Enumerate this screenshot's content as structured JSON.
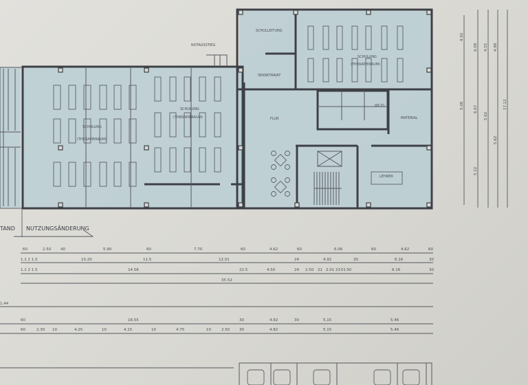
{
  "plan": {
    "rooms": {
      "notausstieg": "NOTAUSSTIEG",
      "schulung_left": "SCHULUNG",
      "schulung_left_sub": "(THERAPIERAUM)",
      "schulung_mid": "SCHULUNG",
      "schulung_mid_sub": "(THERAPIERAUM)",
      "schulung_top": "SCHULUNG",
      "schulung_top_sub": "(THERAPIERAUM)",
      "schulleitung": "SCHULLEITUNG",
      "sekretariat": "SEKRETARIAT",
      "flur": "FLUR",
      "wc": "WC/D",
      "material": "MATERIAL",
      "lehrer": "LEHRER"
    },
    "legend": {
      "bestand": "TAND",
      "nutzungsaenderung": "NUTZUNGSÄNDERUNG"
    },
    "dimensions": {
      "row1": [
        "60",
        "2.50",
        "40",
        "5.90",
        "60",
        "7.70",
        "60",
        "4.62",
        "60",
        "6.06",
        "60",
        "4.62",
        "60"
      ],
      "row2": [
        "1.1 2 1.5",
        "10.20",
        "11.5",
        "12.01",
        "24",
        "4.92",
        "30",
        "6.16",
        "30"
      ],
      "row3": [
        "1.1 2 1.5",
        "14.58",
        "22.5",
        "4.50",
        "24",
        "2.50",
        "21",
        "2.01",
        "23",
        "01",
        "30",
        "6.16",
        "30"
      ],
      "row4": [
        "35.52"
      ],
      "row5": [
        "1.44"
      ],
      "row6": [
        "60",
        "16.55",
        "30",
        "4.92",
        "30",
        "5.15",
        "5.46"
      ],
      "row7": [
        "60",
        "2.30",
        "10",
        "4.25",
        "10",
        "4.15",
        "10",
        "4.75",
        "10",
        "2.50",
        "30",
        "4.82",
        "5.15",
        "5.46"
      ],
      "vertical": [
        "4.92",
        "6.08",
        "4.55",
        "4.98",
        "5.08",
        "6.67",
        "5.62",
        "5.62",
        "5.12",
        "17.12"
      ]
    }
  }
}
